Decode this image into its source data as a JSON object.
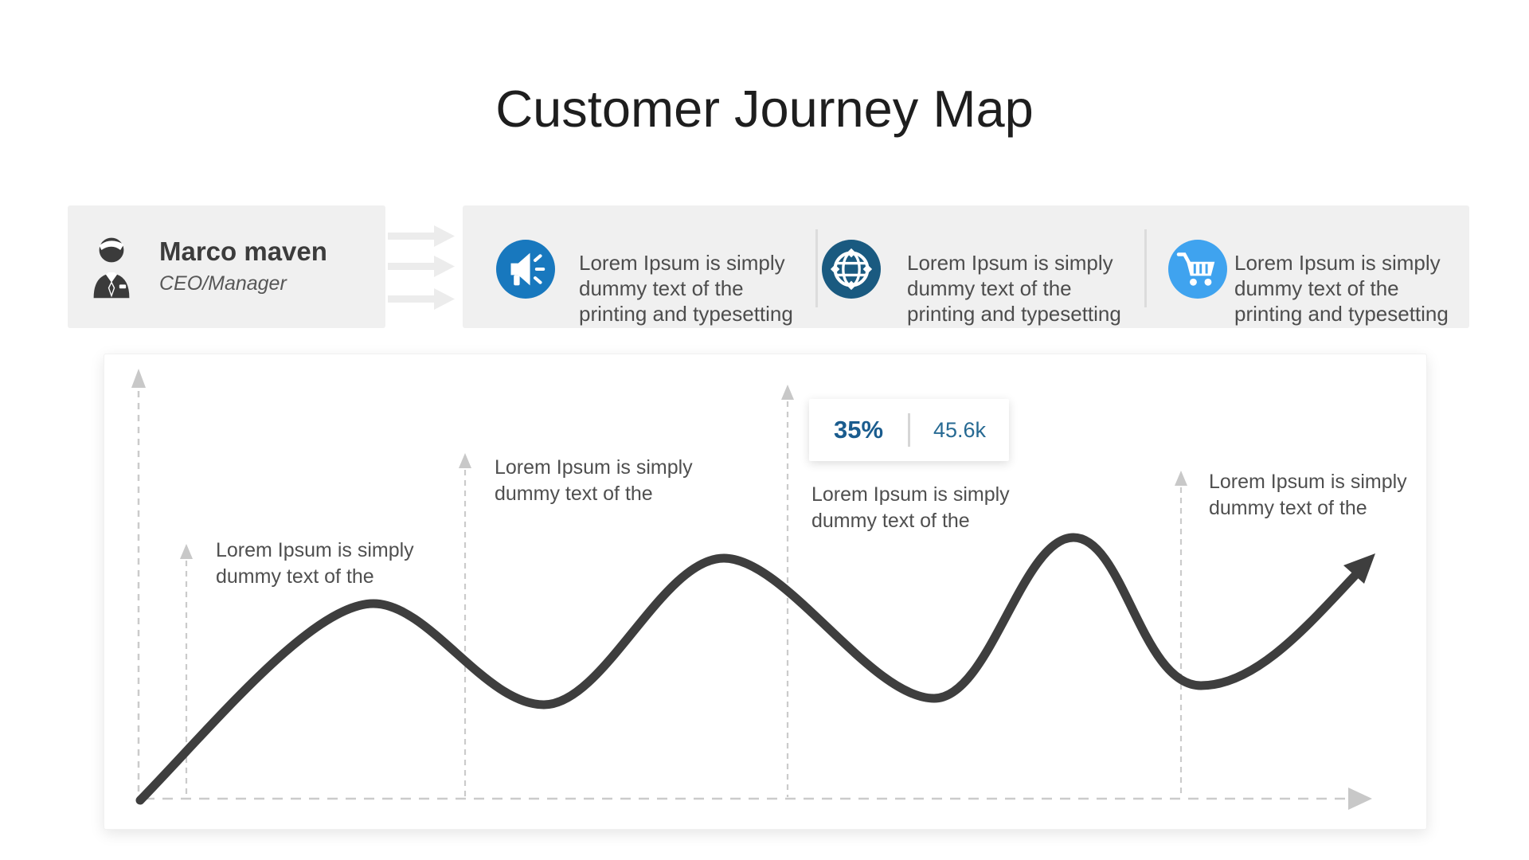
{
  "slide": {
    "title": "Customer Journey Map"
  },
  "persona": {
    "name": "Marco maven",
    "role": "CEO/Manager"
  },
  "stages": [
    {
      "icon": "megaphone",
      "color": "#1878be",
      "lines": [
        "Lorem Ipsum is simply",
        "dummy text of the",
        "printing and typesetting"
      ]
    },
    {
      "icon": "globe",
      "color": "#1a5a80",
      "lines": [
        "Lorem Ipsum is simply",
        "dummy text of the",
        "printing and typesetting"
      ]
    },
    {
      "icon": "cart",
      "color": "#3fa3ef",
      "lines": [
        "Lorem Ipsum is simply",
        "dummy text of the",
        "printing and typesetting"
      ]
    }
  ],
  "journey": {
    "milestones": [
      {
        "lines": [
          "Lorem Ipsum is simply",
          "dummy text of the"
        ]
      },
      {
        "lines": [
          "Lorem Ipsum is simply",
          "dummy text of the"
        ]
      },
      {
        "lines": [
          "Lorem Ipsum is simply",
          "dummy text of the"
        ]
      },
      {
        "lines": [
          "Lorem Ipsum is simply",
          "dummy text of the"
        ]
      }
    ],
    "stat": {
      "percent": "35%",
      "value": "45.6k"
    }
  },
  "colors": {
    "panel_gray": "#f0f0f0",
    "curve": "#3e3e3e",
    "dashed": "#cbcbcb",
    "stat_percent": "#1a5c8e",
    "stat_value": "#276a93"
  }
}
